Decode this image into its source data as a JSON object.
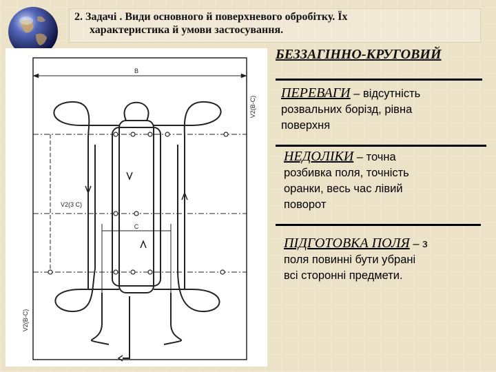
{
  "header": {
    "title_line1": "2. Задачі . Види основного й поверхневого обробітку. Їх",
    "title_line2": "характеристика й умови застосування."
  },
  "drawing": {
    "label_b": "B",
    "label_c": "C",
    "label_right": "V2(B-C)",
    "label_left": "V2(3 C)",
    "label_bottom": "V2(B-C)"
  },
  "content": {
    "heading": "БЕЗЗАГІННО-КРУГОВИЙ",
    "advantages": {
      "keyword": "ПЕРЕВАГИ",
      "dash": " – відсутність",
      "line2": "розвальних борізд, рівна",
      "line3": "поверхня"
    },
    "disadvantages": {
      "keyword": "НЕДОЛІКИ",
      "dash": " – точна",
      "line2": "розбивка поля, точність",
      "line3": "оранки, весь час лівий",
      "line4": "поворот"
    },
    "preparation": {
      "keyword": "ПІДГОТОВКА ПОЛЯ",
      "dash": " – з",
      "line2": "поля повинні бути убрані",
      "line3": "всі сторонні предмети."
    }
  }
}
